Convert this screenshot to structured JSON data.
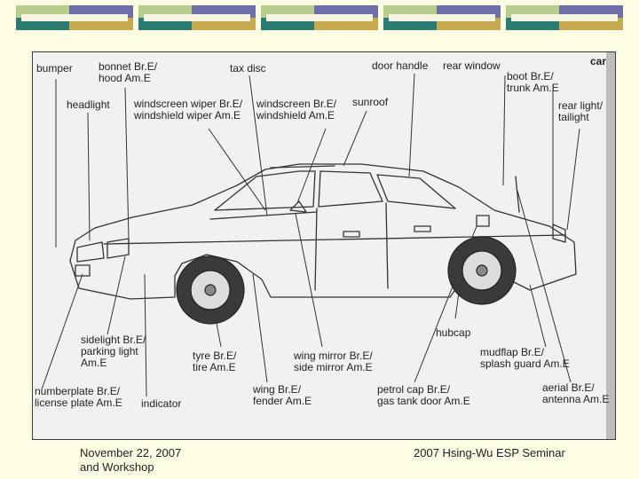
{
  "header_bands": {
    "colors": {
      "green": "#b8cc8c",
      "purple": "#6e6ea8",
      "teal": "#2c7c74",
      "gold": "#c8aa52"
    }
  },
  "figure": {
    "corner_tag": "car",
    "labels": {
      "bumper": "bumper",
      "bonnet": [
        "bonnet Br.E/",
        "hood Am.E"
      ],
      "tax_disc": "tax disc",
      "door_handle": "door handle",
      "rear_window": "rear window",
      "boot": [
        "boot Br.E/",
        "trunk Am.E"
      ],
      "headlight": "headlight",
      "windscreen_wiper": [
        "windscreen wiper Br.E/",
        "windshield wiper Am.E"
      ],
      "windscreen": [
        "windscreen Br.E/",
        "windshield Am.E"
      ],
      "sunroof": "sunroof",
      "rear_light": [
        "rear light/",
        "tailight"
      ],
      "hubcap": "hubcap",
      "sidelight": [
        "sidelight Br.E/",
        "parking light",
        "Am.E"
      ],
      "tyre": [
        "tyre Br.E/",
        "tire Am.E"
      ],
      "wing_mirror": [
        "wing mirror Br.E/",
        "side mirror Am.E"
      ],
      "mudflap": [
        "mudflap Br.E/",
        "splash guard Am.E"
      ],
      "numberplate": [
        "numberplate Br.E/",
        "license plate Am.E"
      ],
      "indicator": "indicator",
      "wing": [
        "wing Br.E/",
        "fender Am.E"
      ],
      "petrol_cap": [
        "petrol cap Br.E/",
        "gas tank door Am.E"
      ],
      "aerial": [
        "aerial Br.E/",
        "antenna Am.E"
      ]
    }
  },
  "footer": {
    "date_line1": "November 22, 2007",
    "date_line2": "and Workshop",
    "seminar": "2007 Hsing-Wu ESP Seminar"
  }
}
